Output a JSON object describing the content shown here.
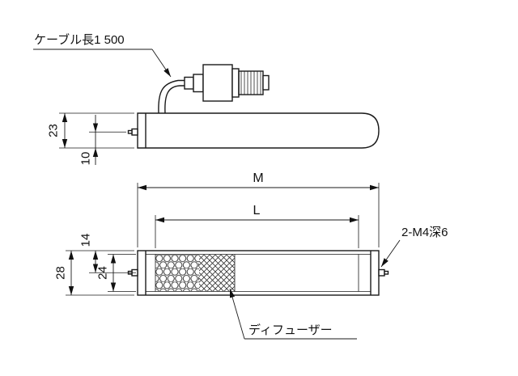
{
  "drawing": {
    "callouts": {
      "cable_length": "ケーブル長1 500",
      "tapped_holes": "2-M4深6",
      "diffuser": "ディフューザー"
    },
    "dims": {
      "body_height": "23",
      "screw_offset": "10",
      "overall_length": "M",
      "window_length": "L",
      "screw_center_offset": "14",
      "inner_height": "24",
      "body_width": "28"
    }
  }
}
